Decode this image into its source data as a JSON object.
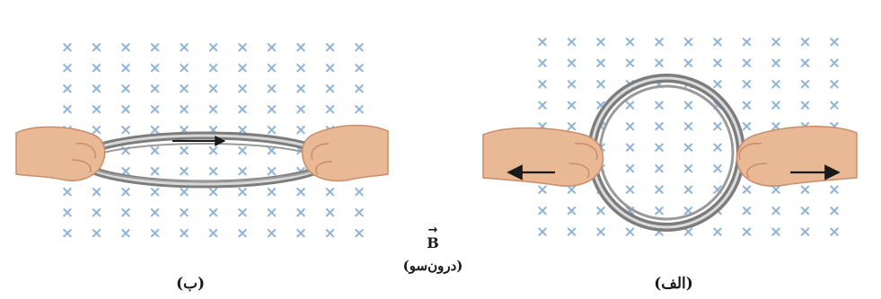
{
  "panels": [
    {
      "id": "b",
      "caption": "(ب)"
    },
    {
      "id": "alef",
      "caption": "(الف)"
    }
  ],
  "field": {
    "symbol": "B",
    "vector_arrow": "→",
    "direction_label": "(درون‌سو)",
    "marker_glyph": "×",
    "marker_color": "#8fb4d8"
  },
  "colors": {
    "ring": "#8a8a8a",
    "ring_highlight": "#dcdcdc",
    "skin": "#e9b996",
    "skin_shadow": "#c98d6a",
    "arrow": "#1a1a1a"
  }
}
